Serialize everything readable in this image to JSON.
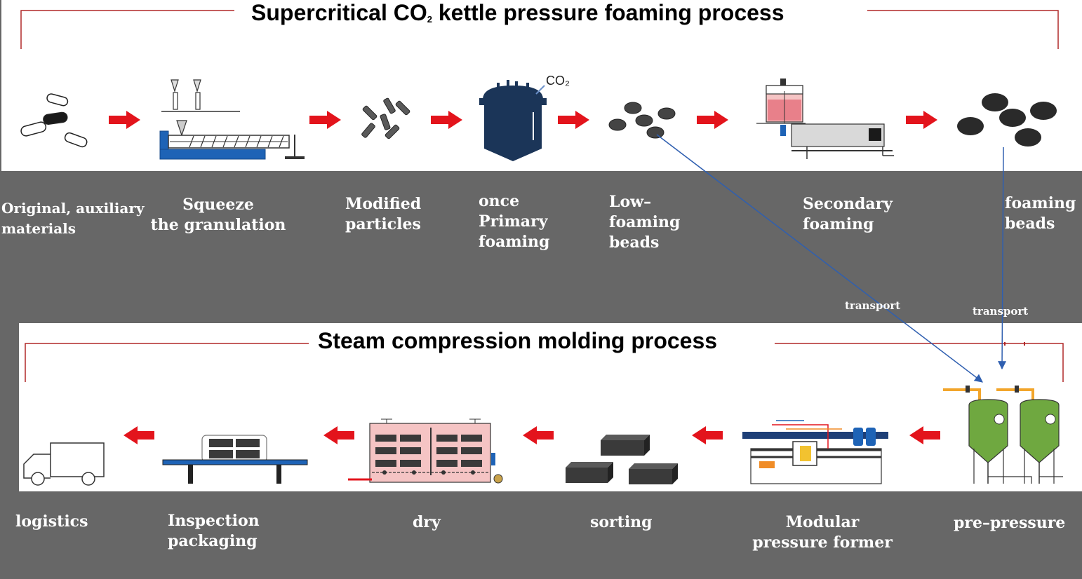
{
  "top": {
    "title_main": "Supercritical CO",
    "title_sub": "2",
    "title_rest": " kettle pressure foaming process",
    "co2_label": "CO₂",
    "steps": [
      "Original, auxiliary\n materials",
      "Squeeze\nthe granulation",
      "Modified\nparticles",
      "once\nPrimary\nfoaming",
      "Low–\nfoaming\nbeads",
      "Secondary\nfoaming",
      "foaming\nbeads"
    ]
  },
  "bottom": {
    "title": "Steam compression molding process",
    "steps": [
      "logistics",
      "Inspection\npackaging",
      "dry",
      "sorting",
      "Modular\npressure former",
      "pre–pressure"
    ]
  },
  "transport_labels": [
    "transport",
    "transport"
  ],
  "colors": {
    "arrow_red": "#e3141c",
    "bracket_red": "#b02828",
    "transport_blue": "#2f5fb0",
    "vessel_navy": "#1b3558",
    "tank_green": "#6fa840",
    "background_gray": "#676767"
  }
}
